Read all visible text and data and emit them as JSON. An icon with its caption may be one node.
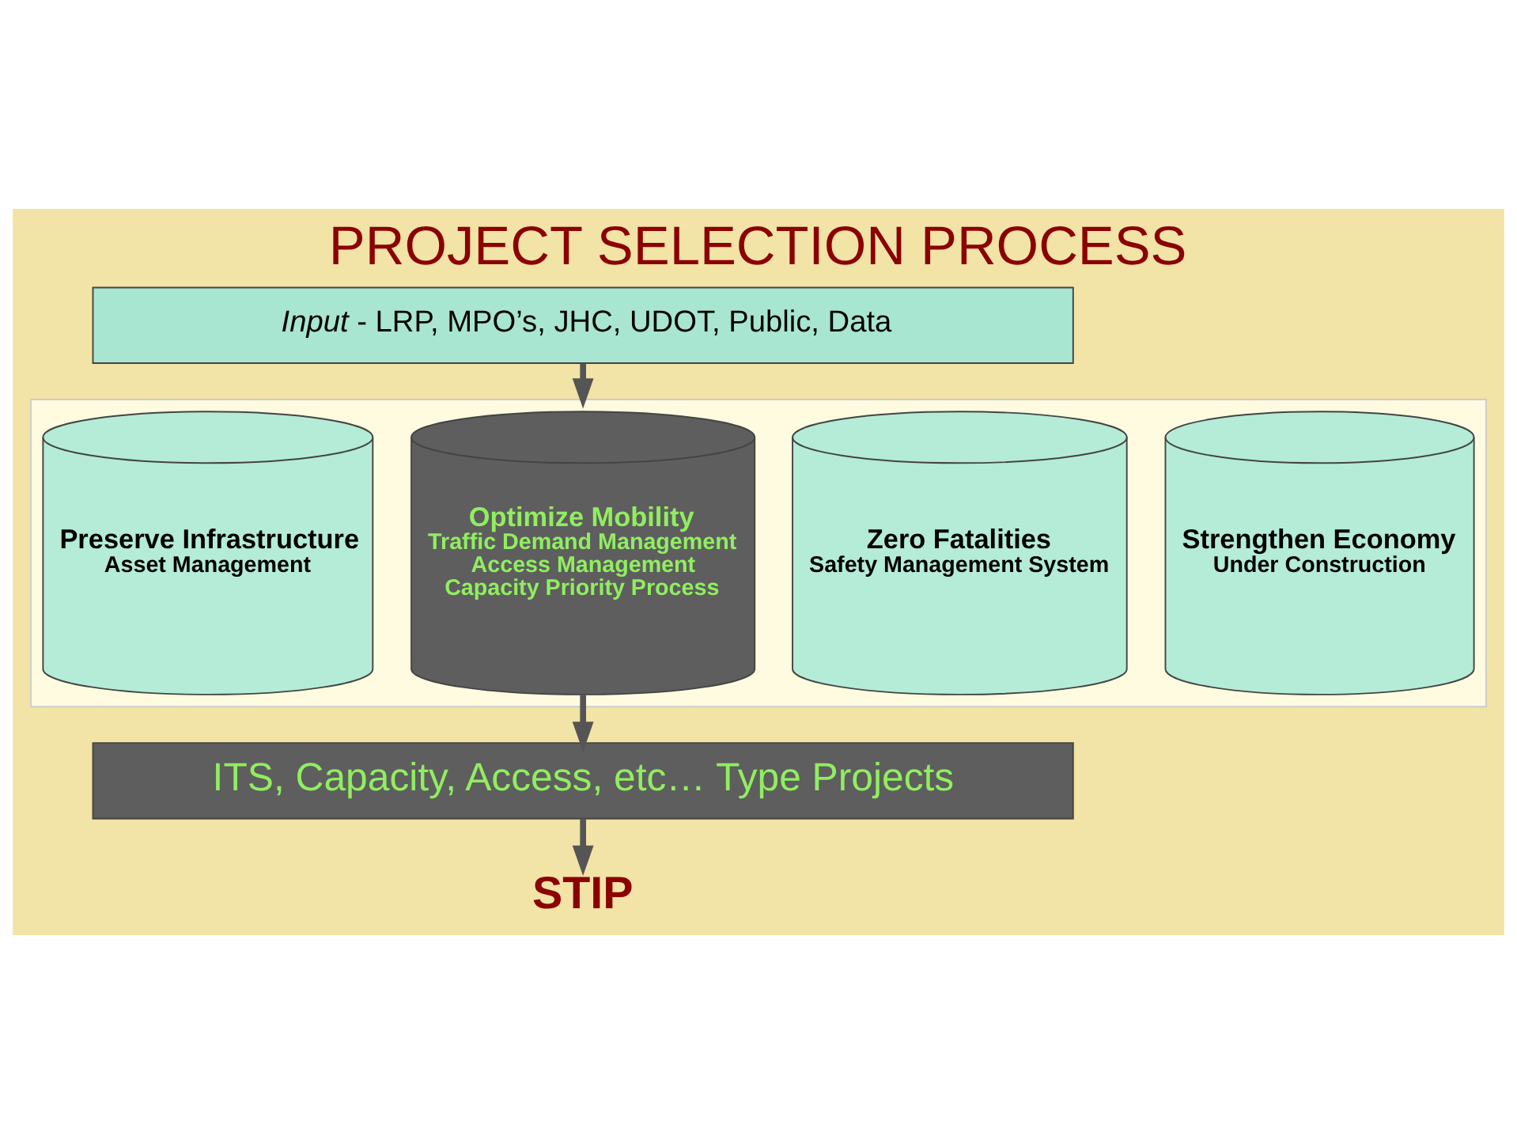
{
  "diagram": {
    "title": "PROJECT SELECTION PROCESS",
    "nodes": [
      {
        "text": [
          "*Input* - LRP, MPO’s, JHC, UDOT, Public, Data"
        ]
      },
      {
        "text": [],
        "shape": "box"
      },
      {
        "text": [
          "Preserve Infrastructure",
          "Asset Management"
        ],
        "in": 1
      },
      {
        "text": [
          "Optimize Mobility",
          "Traffic Demand Management",
          "Access Management",
          "Capacity Priority Process"
        ],
        "in": 1
      },
      {
        "text": [
          "Zero Fatalities",
          "Safety Management System"
        ],
        "in": 1
      },
      {
        "text": [
          "Strengthen Economy",
          "Under Construction"
        ],
        "in": 1
      },
      {
        "text": [
          "ITS, Capacity, Access, etc… Type Projects"
        ]
      },
      {
        "text": [
          "STIP"
        ]
      }
    ],
    "edges": [
      {
        "from": 0,
        "to": 1,
        "arrow": "to"
      },
      {
        "from": 3,
        "to": 6,
        "arrow": "to"
      },
      {
        "from": 6,
        "to": 7,
        "arrow": "to"
      }
    ]
  }
}
